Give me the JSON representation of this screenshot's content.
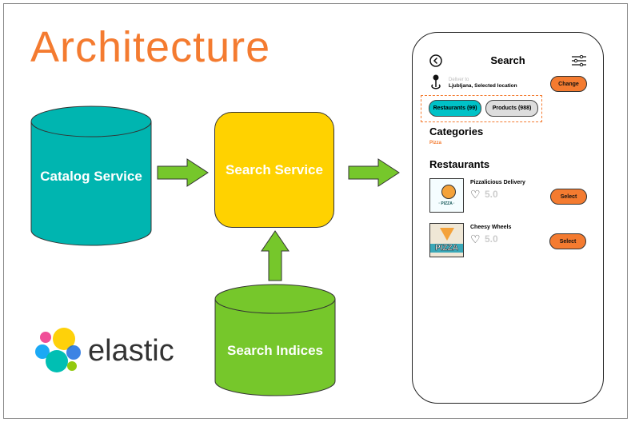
{
  "title": "Architecture",
  "nodes": {
    "catalog": "Catalog Service",
    "search": "Search Service",
    "indices": "Search Indices"
  },
  "logo": {
    "text": "elastic"
  },
  "phone": {
    "header": "Search",
    "deliver_label": "Deliver to",
    "location": "Ljubljana, Selected location",
    "change": "Change",
    "tabs": [
      {
        "label": "Restaurants (99)",
        "active": true
      },
      {
        "label": "Products (988)",
        "active": false
      }
    ],
    "categories_title": "Categories",
    "category": "Pizza",
    "restaurants_title": "Restaurants",
    "restaurants": [
      {
        "name": "Pizzalicious Delivery",
        "rating": "5.0",
        "select": "Select",
        "thumb_text": "· PIZZA ·"
      },
      {
        "name": "Cheesy Wheels",
        "rating": "5.0",
        "select": "Select",
        "thumb_text": "PIZZA"
      }
    ]
  },
  "colors": {
    "orange": "#f47b30",
    "teal": "#00b5b0",
    "yellow": "#ffd200",
    "green": "#76c72b"
  }
}
